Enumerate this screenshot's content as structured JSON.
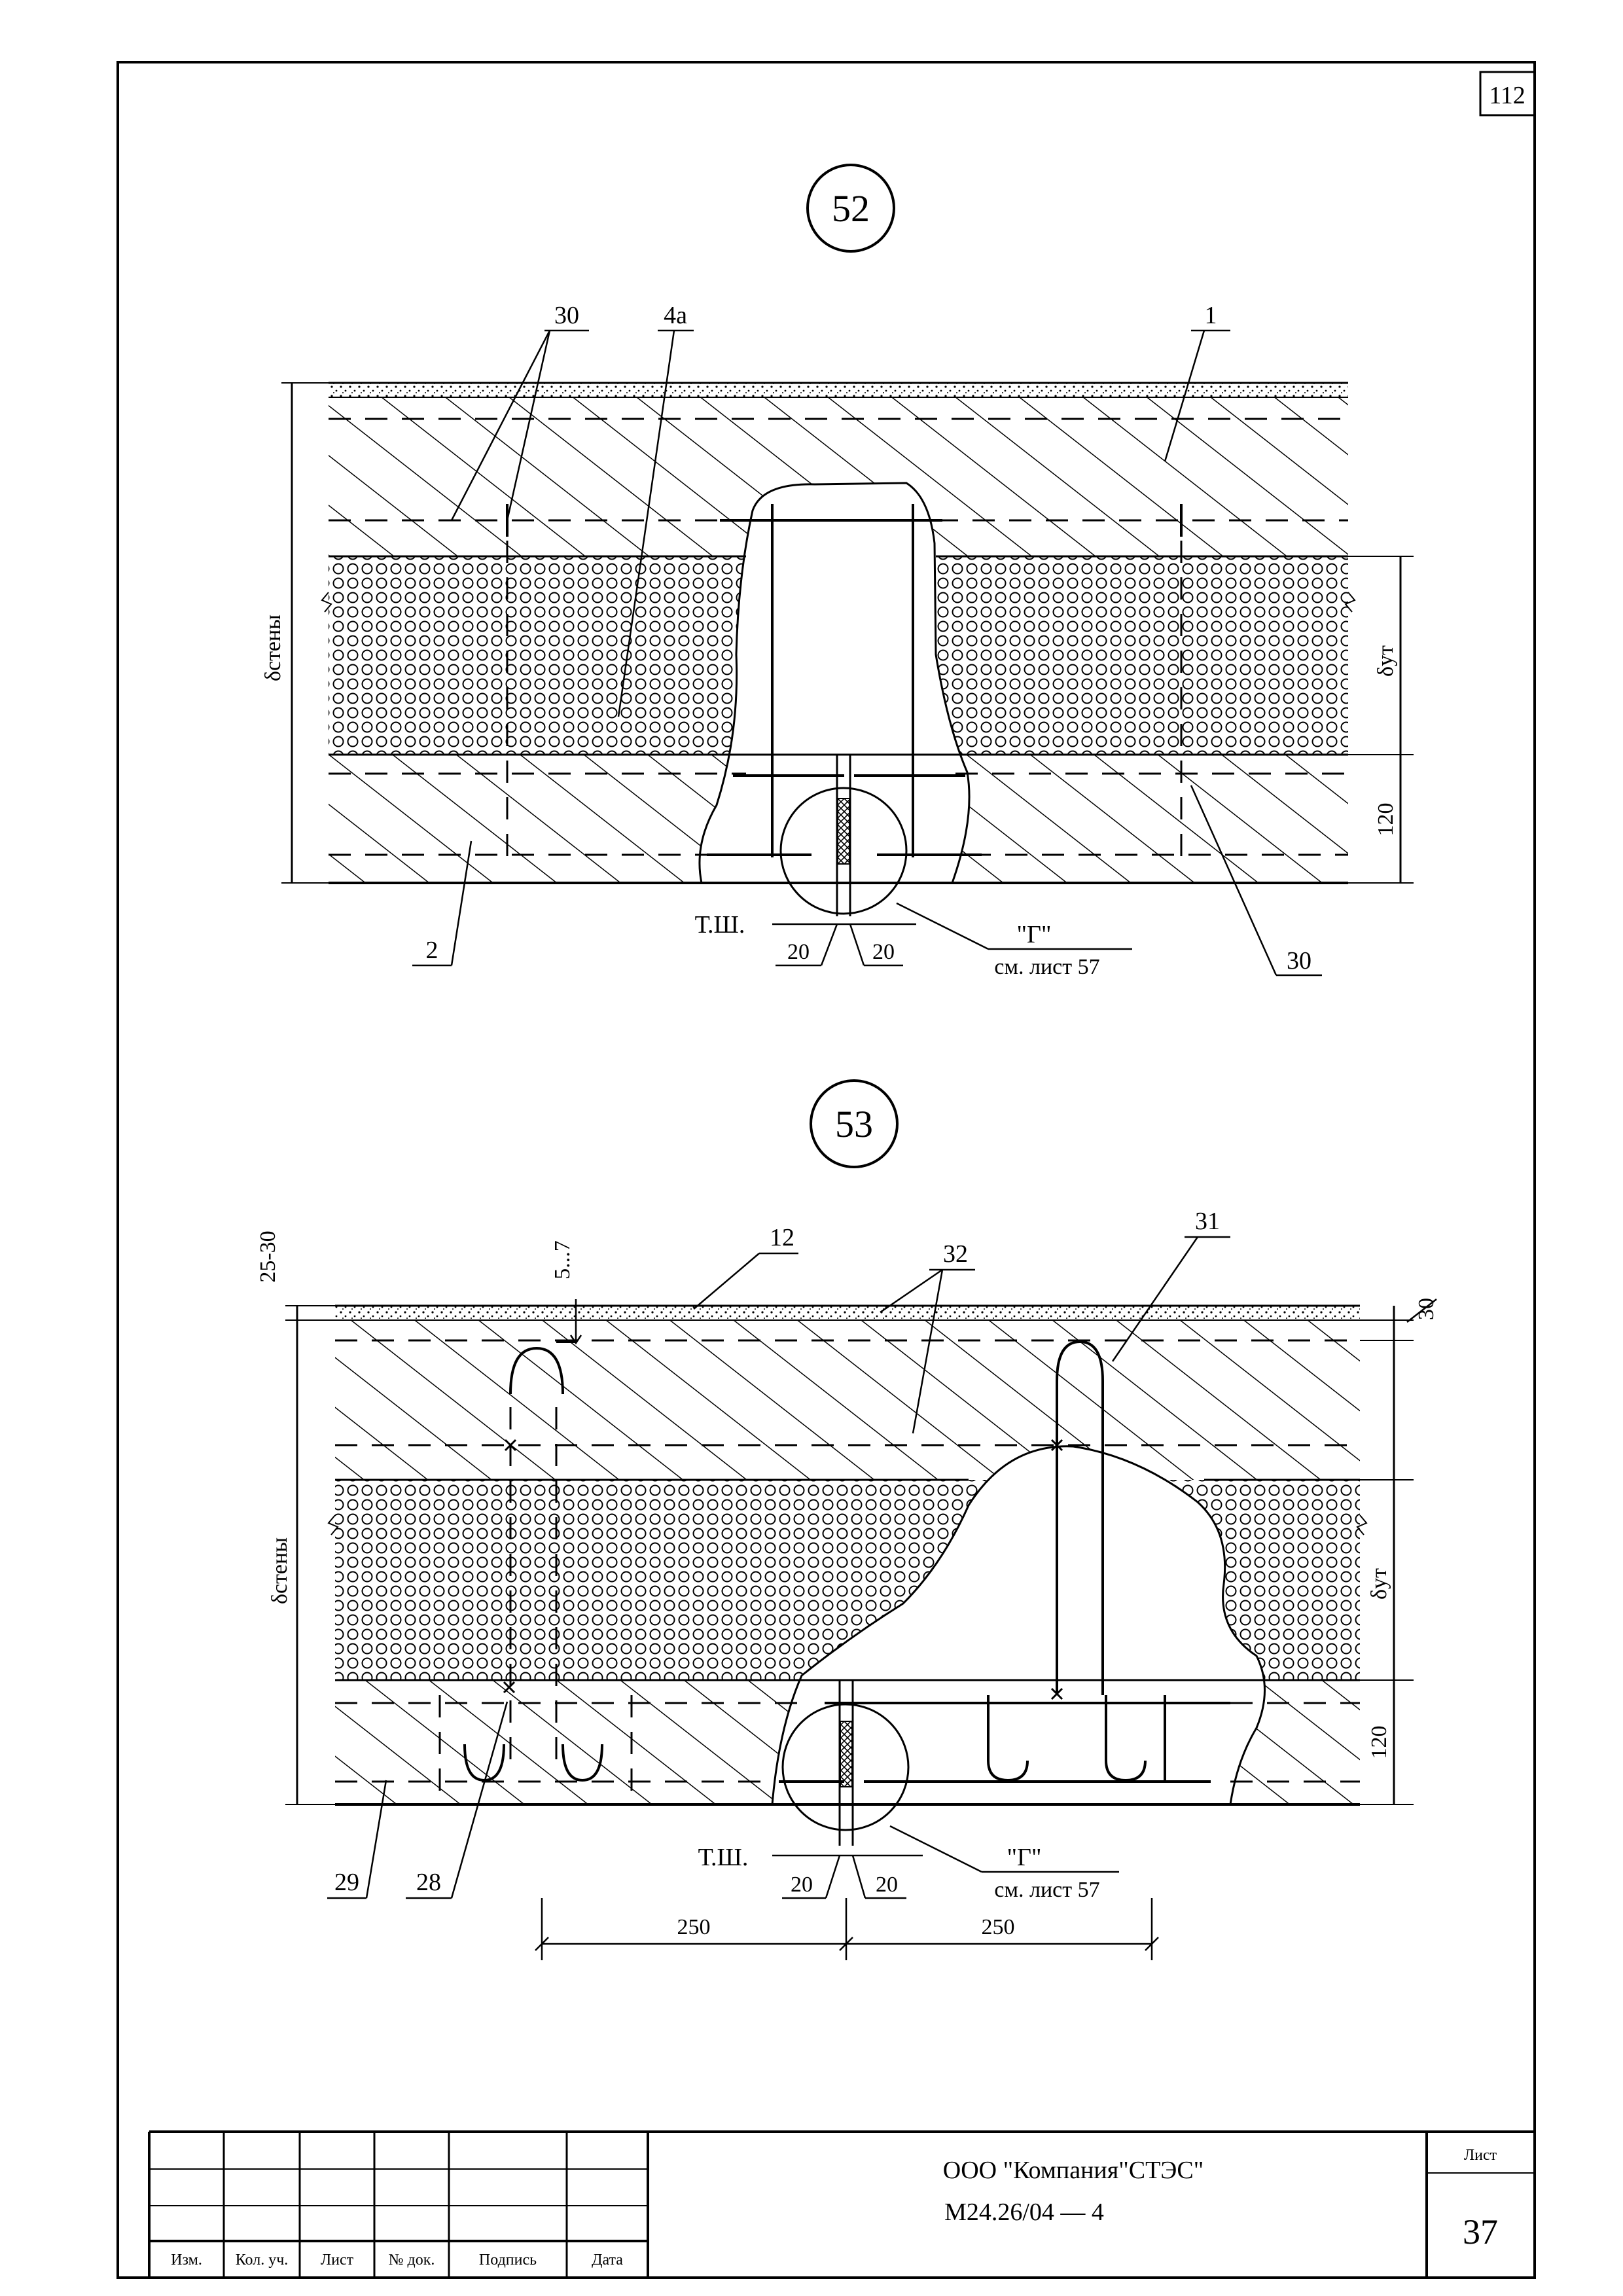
{
  "sheet_index": "112",
  "details": [
    {
      "number": "52",
      "labels": {
        "top_left_30": "30",
        "insulation_4a": "4а",
        "outer_layer_1": "1",
        "inner_layer_2": "2",
        "bottom_right_30": "30",
        "wall_thickness": "δстены",
        "insulation_thickness": "δут",
        "inner_layer_thickness": "120",
        "joint_label": "Т.Ш.",
        "joint_left_20": "20",
        "joint_right_20": "20",
        "callout_ref": "\"Г\"",
        "callout_sheet": "см. лист 57"
      }
    },
    {
      "number": "53",
      "labels": {
        "cover_range": "25-30",
        "bend_range": "5...7",
        "coating_12": "12",
        "connector_32": "32",
        "connector_31": "31",
        "outer_cover_30": "30",
        "wall_thickness": "δстены",
        "insulation_thickness": "δут",
        "inner_layer_thickness": "120",
        "joint_label": "Т.Ш.",
        "joint_left_20": "20",
        "joint_right_20": "20",
        "callout_ref": "\"Г\"",
        "callout_sheet": "см. лист 57",
        "mesh_29": "29",
        "tie_28": "28",
        "span_left_250": "250",
        "span_right_250": "250"
      }
    }
  ],
  "title_block": {
    "headers": [
      "Изм.",
      "Кол. уч.",
      "Лист",
      "№ док.",
      "Подпись",
      "Дата"
    ],
    "company": "ООО \"Компания\"СТЭС\"",
    "doc_code": "М24.26/04 — 4",
    "sheet_label": "Лист",
    "sheet_number": "37"
  }
}
